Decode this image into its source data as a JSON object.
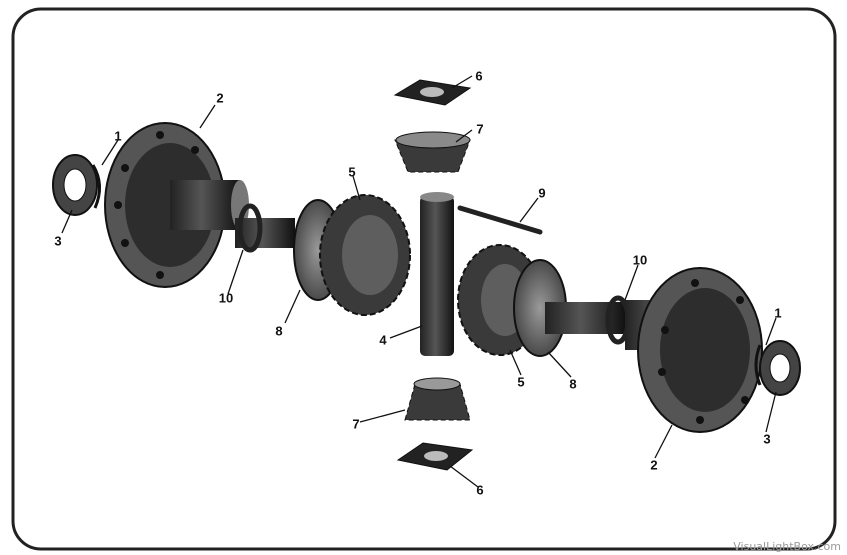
{
  "diagram": {
    "parts": [
      {
        "id": "snap-ring-left",
        "number": "1"
      },
      {
        "id": "hub-flange-left",
        "number": "2"
      },
      {
        "id": "nut-left",
        "number": "3"
      },
      {
        "id": "cross-shaft",
        "number": "4"
      },
      {
        "id": "side-gear-left",
        "number": "5"
      },
      {
        "id": "washer-top",
        "number": "6"
      },
      {
        "id": "pinion-top",
        "number": "7"
      },
      {
        "id": "thrust-washer-left",
        "number": "8"
      },
      {
        "id": "pin",
        "number": "9"
      },
      {
        "id": "oil-seal-left",
        "number": "10"
      },
      {
        "id": "side-gear-right",
        "number": "5"
      },
      {
        "id": "thrust-washer-right",
        "number": "8"
      },
      {
        "id": "oil-seal-right",
        "number": "10"
      },
      {
        "id": "snap-ring-right",
        "number": "1"
      },
      {
        "id": "nut-right",
        "number": "3"
      },
      {
        "id": "hub-flange-right",
        "number": "2"
      },
      {
        "id": "pinion-bottom",
        "number": "7"
      },
      {
        "id": "washer-bottom",
        "number": "6"
      }
    ]
  },
  "watermark": "VisualLightBox.com",
  "colors": {
    "ink": "#1a1a1a",
    "metal_dark": "#2b2b2b",
    "metal_mid": "#6b6b6b",
    "metal_light": "#bdbdbd",
    "frame": "#222222"
  }
}
